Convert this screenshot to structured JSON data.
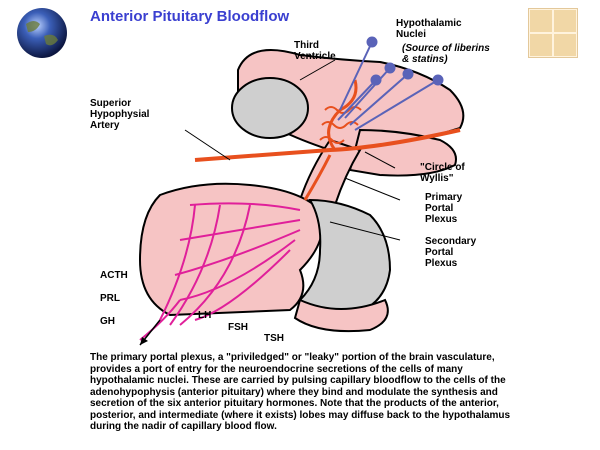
{
  "title": "Anterior Pituitary Bloodflow",
  "labels": {
    "hypothalamic_nuclei": "Hypothalamic\nNuclei",
    "source": "(Source of liberins\n& statins)",
    "third_ventricle": "Third\nVentricle",
    "superior_hypophysial_artery": "Superior\nHypophysial\nArtery",
    "circle_of_wyllis": "\"Circle of\nWyllis\"",
    "primary_portal_plexus": "Primary\nPortal\nPlexus",
    "secondary_portal_plexus": "Secondary\nPortal\nPlexus",
    "acth": "ACTH",
    "prl": "PRL",
    "gh": "GH",
    "lh": "LH",
    "fsh": "FSH",
    "tsh": "TSH"
  },
  "caption": "The primary portal plexus, a \"priviledged\" or \"leaky\" portion of the brain vasculature, provides a port of entry for the neuroendocrine secretions of the cells of many hypothalamic nuclei.  These are carried by pulsing capillary bloodflow to the cells of the adenohypophysis (anterior pituitary) where they bind and modulate the synthesis and secretion of the six anterior pituitary hormones.  Note that the products of the anterior, posterior, and intermediate (where it exists) lobes may diffuse back to the hypothalamus during the nadir of capillary blood flow.",
  "colors": {
    "title": "#3a3fd0",
    "tissue_pink": "#f6c4c4",
    "gray_lobe": "#cfcfcf",
    "artery_orange": "#e8501e",
    "capillary_magenta": "#e0209a",
    "neuron_blue": "#5a63b8"
  }
}
